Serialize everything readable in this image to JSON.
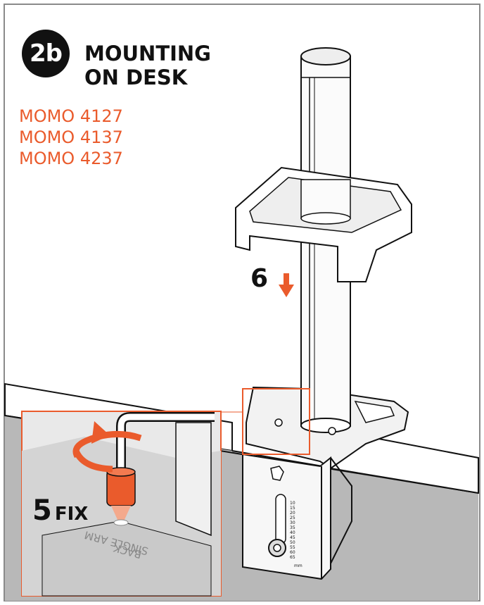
{
  "header": {
    "badge": "2b",
    "title_line1": "MOUNTING",
    "title_line2": "ON DESK"
  },
  "models": [
    "MOMO 4127",
    "MOMO 4137",
    "MOMO 4237"
  ],
  "steps": {
    "step6_number": "6",
    "step5_number": "5",
    "step5_label": "FIX"
  },
  "bracket_labels": {
    "back": "BACK",
    "single_arm": "SINGLE ARM",
    "unit": "mm",
    "scale": [
      "10",
      "15",
      "20",
      "25",
      "30",
      "35",
      "40",
      "45",
      "50",
      "55",
      "60",
      "65"
    ]
  },
  "colors": {
    "accent": "#ea5b2c",
    "desk_gray": "#b8b8b8",
    "frame_gray": "#8a8a8a"
  }
}
